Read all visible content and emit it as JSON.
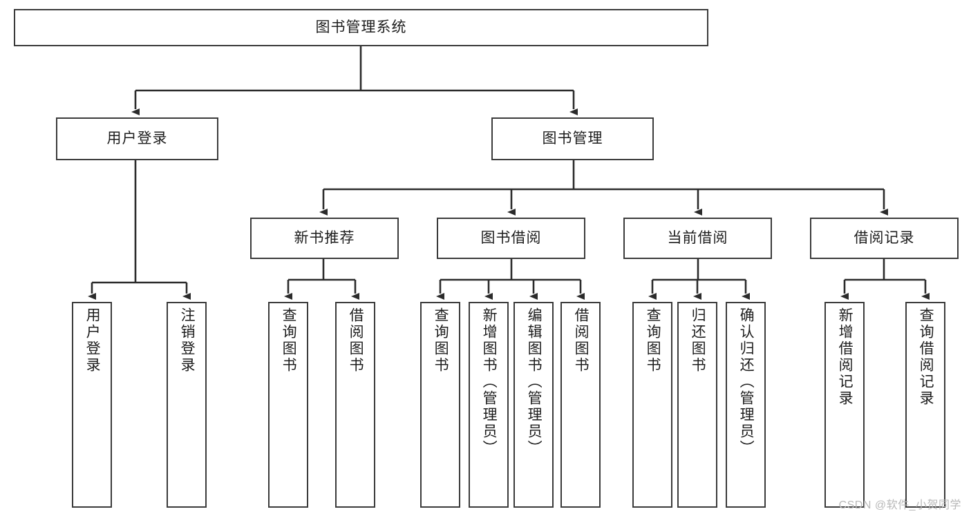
{
  "diagram": {
    "title": "图书管理系统",
    "type": "tree",
    "watermark": "CSDN @软件_小贺同学",
    "colors": {
      "box_border": "#3a3a3a",
      "box_fill": "#ffffff",
      "connector": "#2b2b2b",
      "text": "#1d1d1d",
      "watermark": "#b8b8b8"
    },
    "levels": {
      "root": {
        "label": "图书管理系统"
      },
      "level2": [
        {
          "id": "user-login",
          "label": "用户登录"
        },
        {
          "id": "book-management",
          "label": "图书管理"
        }
      ],
      "level3": [
        {
          "id": "new-book-recommend",
          "label": "新书推荐",
          "parent": "book-management"
        },
        {
          "id": "book-borrow",
          "label": "图书借阅",
          "parent": "book-management"
        },
        {
          "id": "current-borrow",
          "label": "当前借阅",
          "parent": "book-management"
        },
        {
          "id": "borrow-record",
          "label": "借阅记录",
          "parent": "book-management"
        }
      ],
      "leaves": [
        {
          "id": "leaf-user-login",
          "label": "用户登录",
          "parent": "user-login"
        },
        {
          "id": "leaf-logout",
          "label": "注销登录",
          "parent": "user-login"
        },
        {
          "id": "leaf-query-book-1",
          "label": "查询图书",
          "parent": "new-book-recommend"
        },
        {
          "id": "leaf-borrow-book-1",
          "label": "借阅图书",
          "parent": "new-book-recommend"
        },
        {
          "id": "leaf-query-book-2",
          "label": "查询图书",
          "parent": "book-borrow"
        },
        {
          "id": "leaf-add-book",
          "label": "新增图书（管理员）",
          "parent": "book-borrow"
        },
        {
          "id": "leaf-edit-book",
          "label": "编辑图书（管理员）",
          "parent": "book-borrow"
        },
        {
          "id": "leaf-borrow-book-2",
          "label": "借阅图书",
          "parent": "book-borrow"
        },
        {
          "id": "leaf-query-book-3",
          "label": "查询图书",
          "parent": "current-borrow"
        },
        {
          "id": "leaf-return-book",
          "label": "归还图书",
          "parent": "current-borrow"
        },
        {
          "id": "leaf-confirm-return",
          "label": "确认归还（管理员）",
          "parent": "current-borrow"
        },
        {
          "id": "leaf-add-record",
          "label": "新增借阅记录",
          "parent": "borrow-record"
        },
        {
          "id": "leaf-query-record",
          "label": "查询借阅记录",
          "parent": "borrow-record"
        }
      ]
    }
  }
}
